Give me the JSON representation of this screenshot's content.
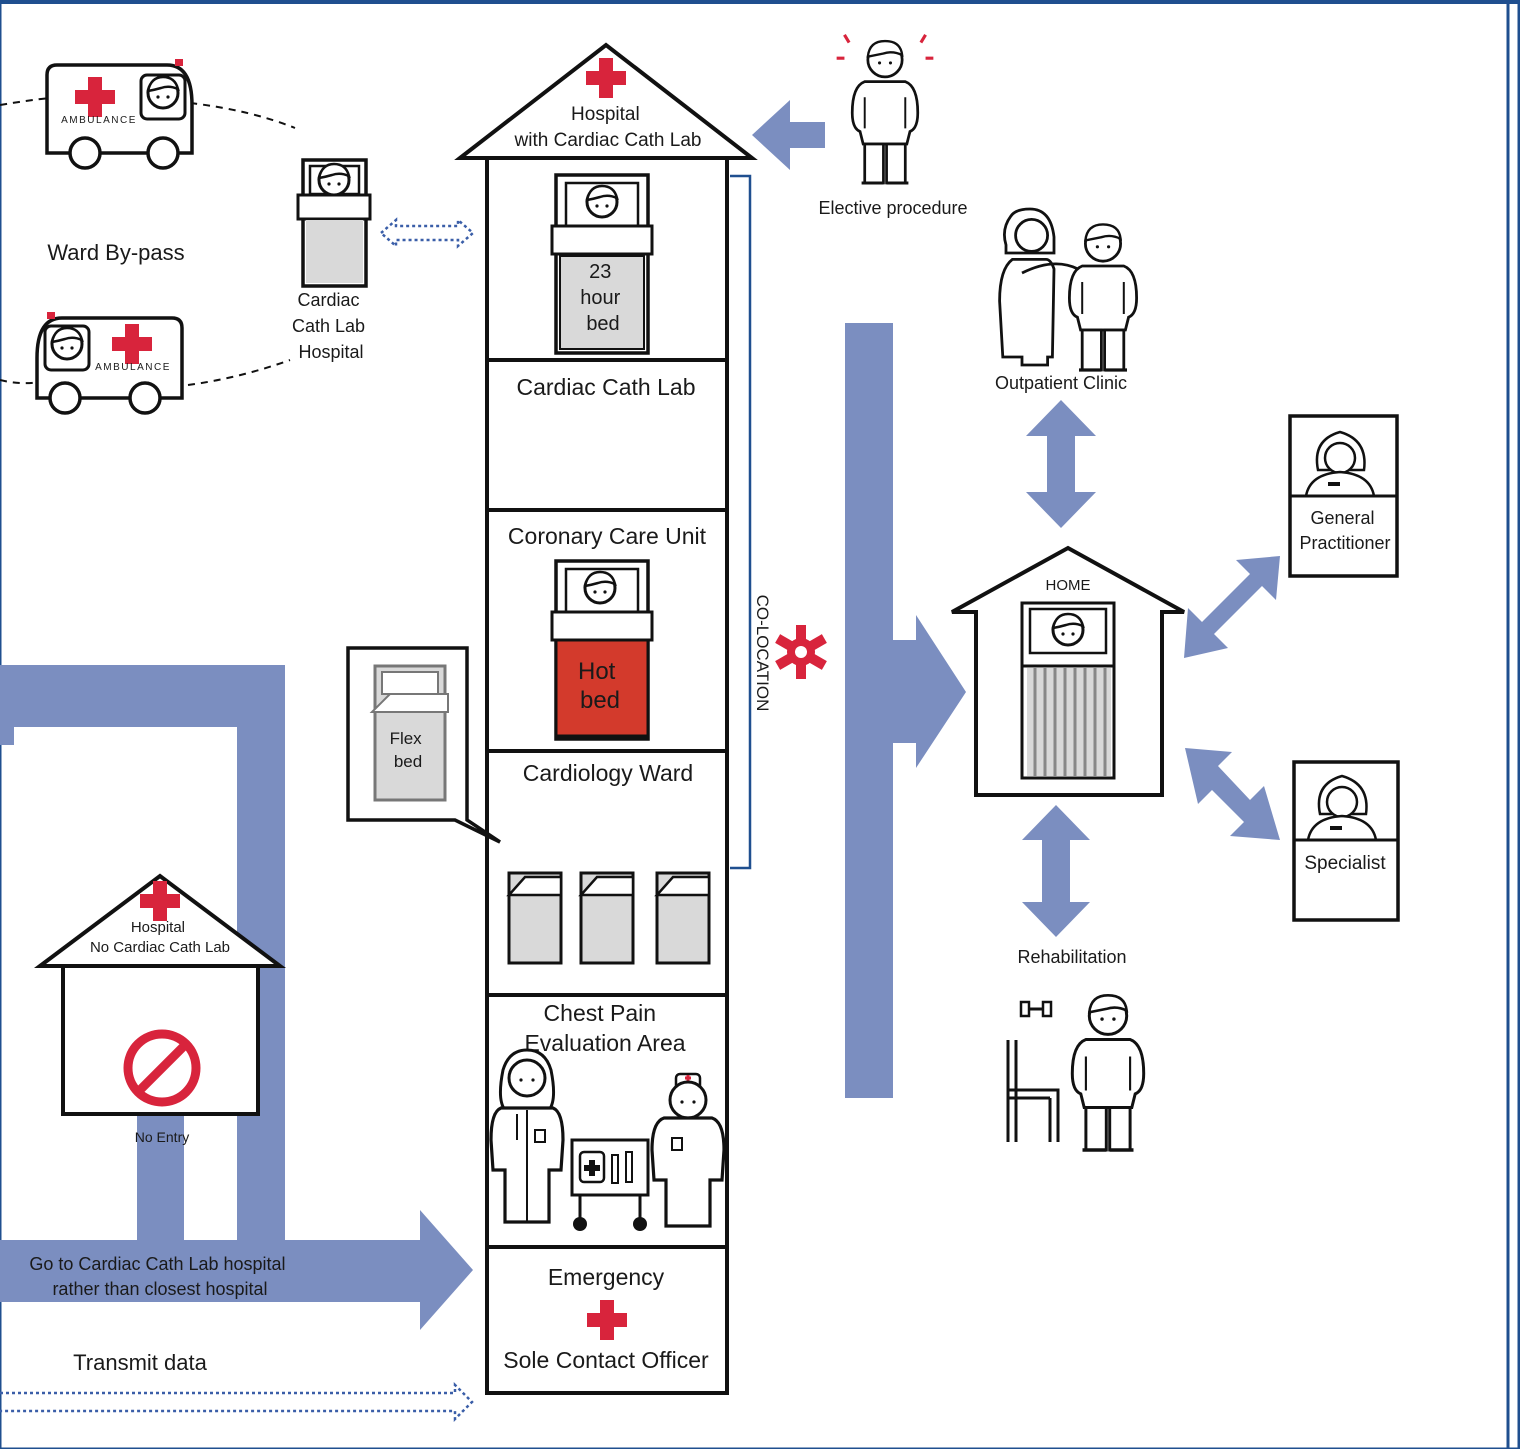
{
  "colors": {
    "flow": "#7b8ec0",
    "frame": "#1f4f8f",
    "red_cross": "#d8243c",
    "hot_bed": "#d33a2c",
    "bed_grey": "#d9d9d9"
  },
  "hospital": {
    "title_line1": "Hospital",
    "title_line2": "with Cardiac Cath Lab",
    "rooms": {
      "bed_23_line1": "23",
      "bed_23_line2": "hour",
      "bed_23_line3": "bed",
      "cath_lab": "Cardiac Cath Lab",
      "ccu": "Coronary Care Unit",
      "hot_bed_line1": "Hot",
      "hot_bed_line2": "bed",
      "cardiology_ward": "Cardiology Ward",
      "chest_pain_line1": "Chest Pain",
      "chest_pain_line2": "Evaluation Area",
      "emergency": "Emergency",
      "sole_contact": "Sole Contact Officer"
    },
    "colocation": "CO-LOCATION",
    "flex_bed_line1": "Flex",
    "flex_bed_line2": "bed"
  },
  "left": {
    "ambulance_text": "AMBULANCE",
    "ward_bypass": "Ward By-pass",
    "cath_lab_hospital_line1": "Cardiac",
    "cath_lab_hospital_line2": "Cath Lab",
    "cath_lab_hospital_line3": "Hospital",
    "no_cath_hospital_line1": "Hospital",
    "no_cath_hospital_line2": "No Cardiac Cath Lab",
    "no_entry": "No Entry",
    "go_to_line1": "Go to Cardiac Cath Lab hospital",
    "go_to_line2": "rather than closest hospital",
    "transmit_data": "Transmit data"
  },
  "right": {
    "elective": "Elective procedure",
    "outpatient": "Outpatient Clinic",
    "home": "HOME",
    "gp_line1": "General",
    "gp_line2": "Practitioner",
    "specialist": "Specialist",
    "rehab": "Rehabilitation"
  },
  "icons": [
    "ambulance-icon",
    "person-icon",
    "bed-icon",
    "red-cross-icon",
    "no-entry-icon",
    "doctor-icon",
    "nurse-icon",
    "medical-cart-icon",
    "chair-icon",
    "dumbbell-icon",
    "gear-icon",
    "receptionist-icon"
  ]
}
